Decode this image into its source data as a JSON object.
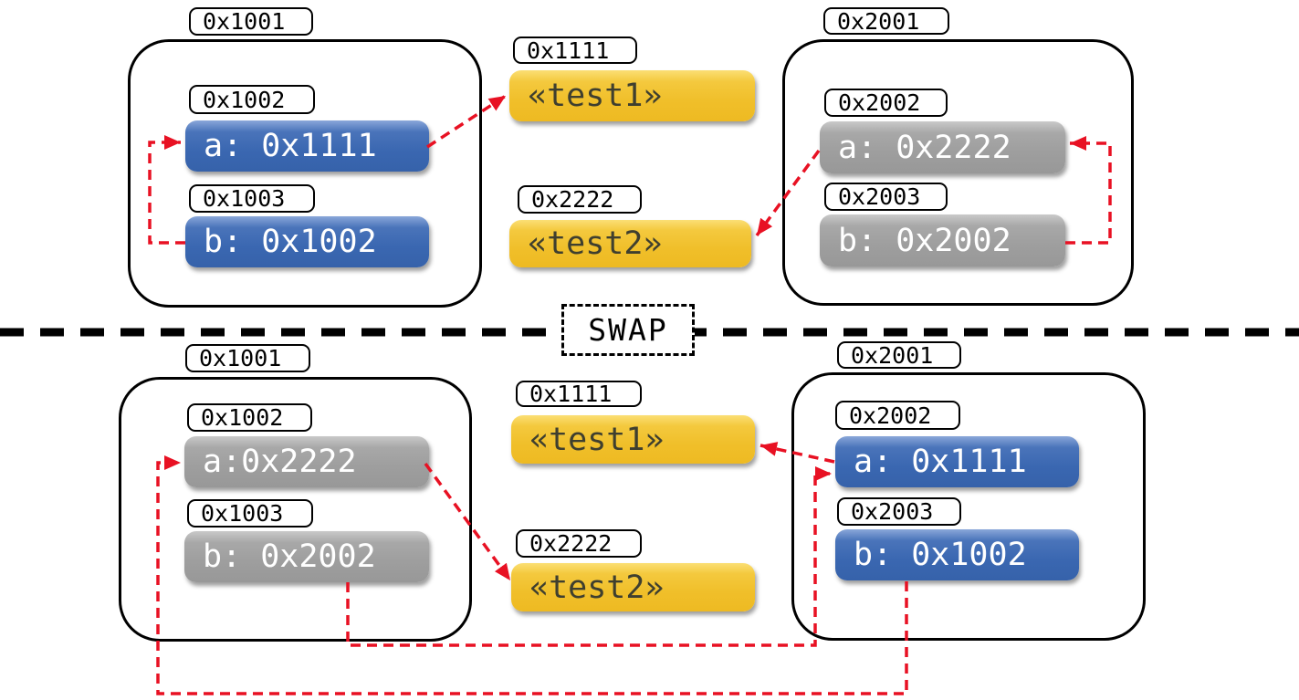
{
  "title": "pointer swap diagram",
  "colors": {
    "slot_blue": "#3a67b1",
    "slot_gray": "#9e9e9e",
    "heap_yellow": "#f0bf2a",
    "arrow_red": "#e81123",
    "outline_black": "#000000"
  },
  "divider": {
    "label": "SWAP"
  },
  "before": {
    "left_frame": {
      "address": "0x1001",
      "slots": [
        {
          "address": "0x1002",
          "value": "a: 0x1111",
          "color": "blue"
        },
        {
          "address": "0x1003",
          "value": "b: 0x1002",
          "color": "blue"
        }
      ]
    },
    "heap": {
      "cells": [
        {
          "address": "0x1111",
          "value": "«test1»"
        },
        {
          "address": "0x2222",
          "value": "«test2»"
        }
      ]
    },
    "right_frame": {
      "address": "0x2001",
      "slots": [
        {
          "address": "0x2002",
          "value": "a: 0x2222",
          "color": "gray"
        },
        {
          "address": "0x2003",
          "value": "b: 0x2002",
          "color": "gray"
        }
      ]
    }
  },
  "after": {
    "left_frame": {
      "address": "0x1001",
      "slots": [
        {
          "address": "0x1002",
          "value": "a:0x2222",
          "color": "gray"
        },
        {
          "address": "0x1003",
          "value": "b: 0x2002",
          "color": "gray"
        }
      ]
    },
    "heap": {
      "cells": [
        {
          "address": "0x1111",
          "value": "«test1»"
        },
        {
          "address": "0x2222",
          "value": "«test2»"
        }
      ]
    },
    "right_frame": {
      "address": "0x2001",
      "slots": [
        {
          "address": "0x2002",
          "value": "a: 0x1111",
          "color": "blue"
        },
        {
          "address": "0x2003",
          "value": "b: 0x1002",
          "color": "blue"
        }
      ]
    }
  },
  "arrows": [
    {
      "section": "before",
      "from": "b: 0x1002",
      "to": "slot 0x1002 (a)"
    },
    {
      "section": "before",
      "from": "a: 0x1111",
      "to": "heap 0x1111 («test1»)"
    },
    {
      "section": "before",
      "from": "b: 0x2002",
      "to": "slot 0x2002 (a)"
    },
    {
      "section": "before",
      "from": "a: 0x2222",
      "to": "heap 0x2222 («test2»)"
    },
    {
      "section": "after",
      "from": "a:0x2222",
      "to": "heap 0x2222 («test2»)"
    },
    {
      "section": "after",
      "from": "a: 0x1111",
      "to": "heap 0x1111 («test1»)"
    },
    {
      "section": "after",
      "from": "b: 0x2002 (left)",
      "to": "slot 0x2002 (a, right)"
    },
    {
      "section": "after",
      "from": "b: 0x1002 (right)",
      "to": "slot 0x1002 (a, left)"
    }
  ]
}
